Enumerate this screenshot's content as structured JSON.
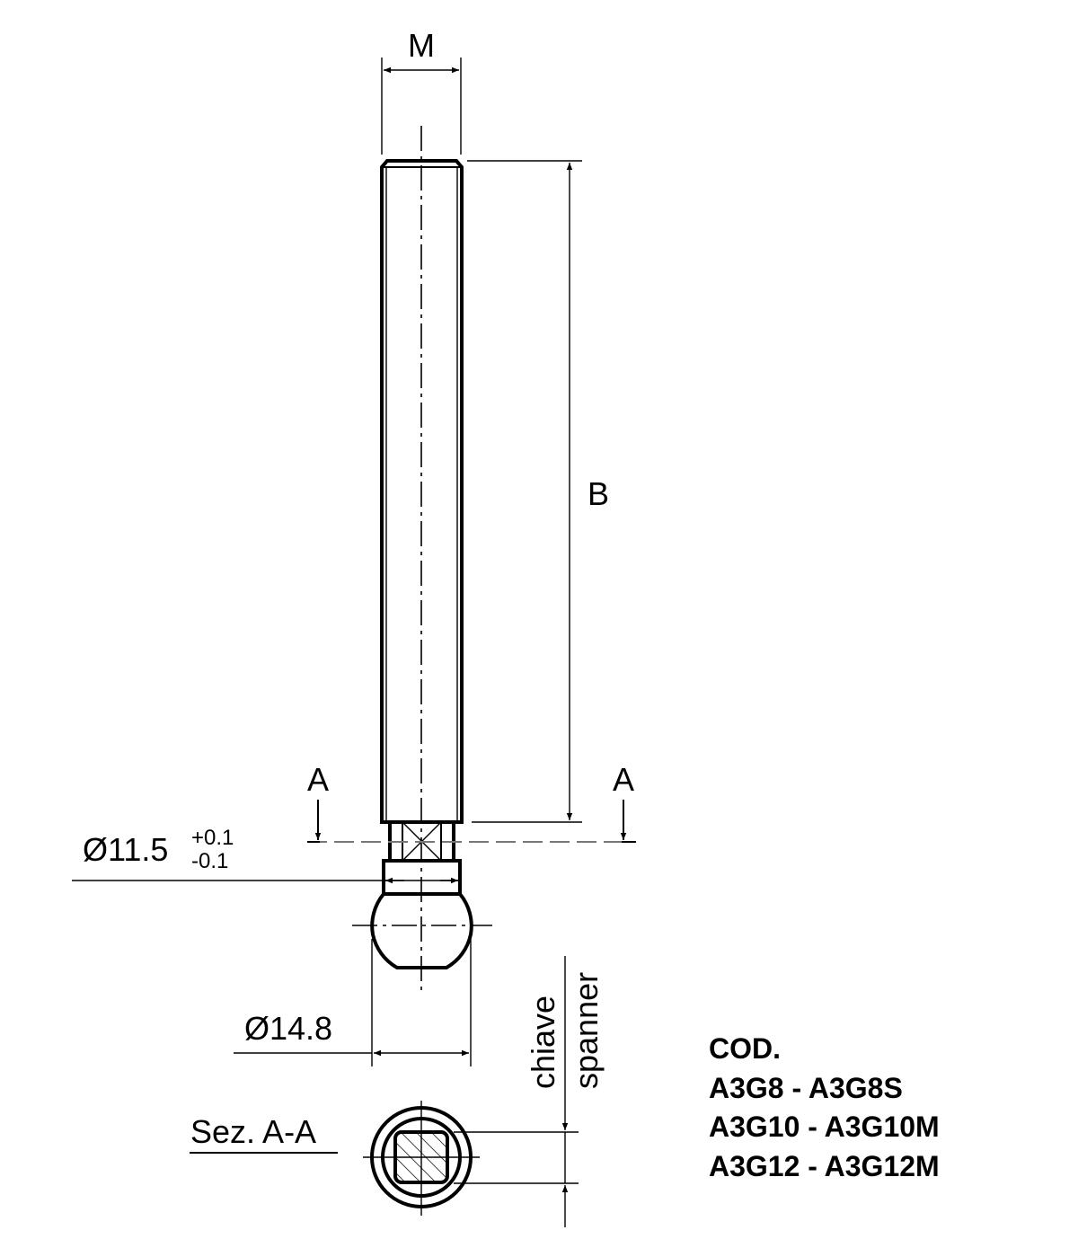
{
  "drawing": {
    "type": "technical-drawing",
    "dimensions": {
      "thread_label": "M",
      "length_label": "B",
      "neck_diameter": "Ø11.5",
      "neck_tol_upper": "+0.1",
      "neck_tol_lower": "-0.1",
      "ball_diameter": "Ø14.8"
    },
    "section_markers": {
      "left": "A",
      "right": "A"
    },
    "section_view": {
      "title": "Sez. A-A",
      "spanner_label_it": "chiave",
      "spanner_label_en": "spanner"
    },
    "codes": {
      "header": "COD.",
      "items": [
        "A3G8 - A3G8S",
        "A3G10 - A3G10M",
        "A3G12 - A3G12M"
      ]
    },
    "colors": {
      "line": "#000000",
      "section_line": "#777777",
      "background": "#ffffff"
    }
  }
}
